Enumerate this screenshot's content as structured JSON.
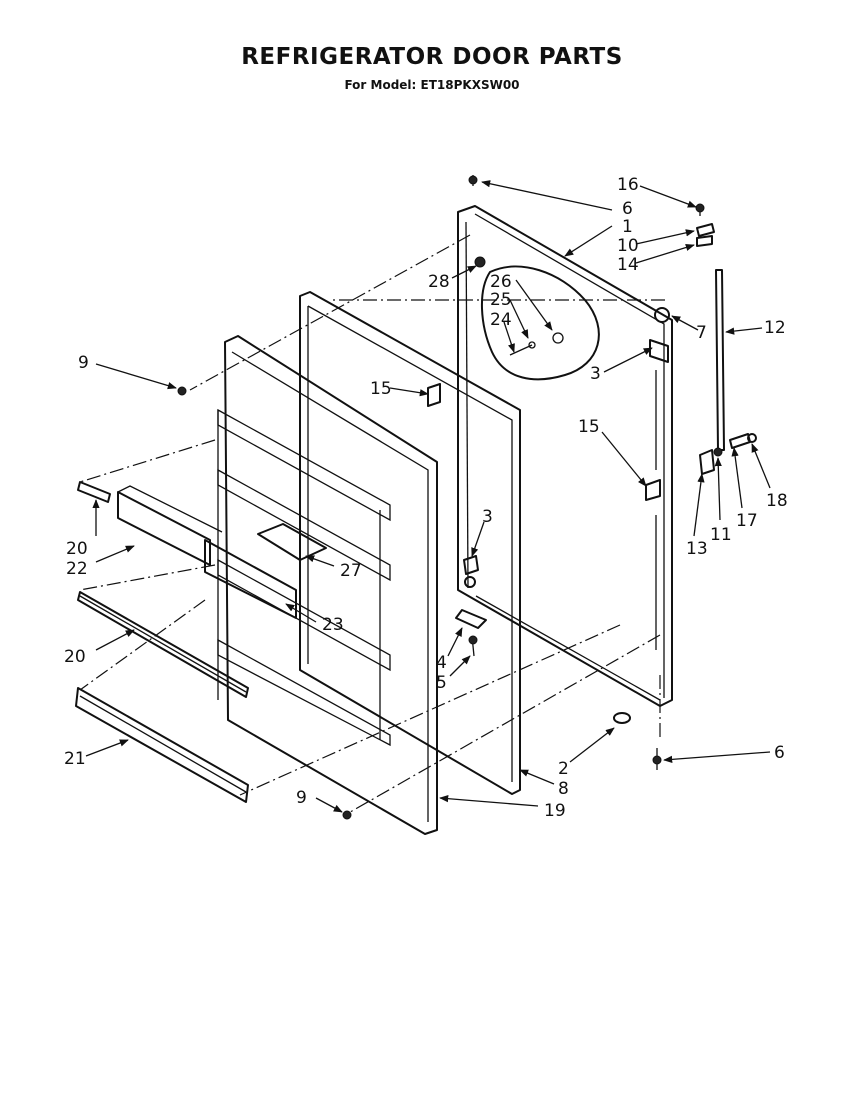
{
  "header": {
    "title": "REFRIGERATOR DOOR PARTS",
    "subtitle": "For Model: ET18PKXSW00"
  },
  "callouts": [
    "16",
    "6",
    "1",
    "10",
    "14",
    "28",
    "26",
    "25",
    "24",
    "7",
    "12",
    "9",
    "15",
    "3",
    "15",
    "18",
    "11",
    "17",
    "13",
    "20",
    "22",
    "3",
    "27",
    "23",
    "20",
    "4",
    "5",
    "21",
    "2",
    "6",
    "8",
    "9",
    "19"
  ]
}
